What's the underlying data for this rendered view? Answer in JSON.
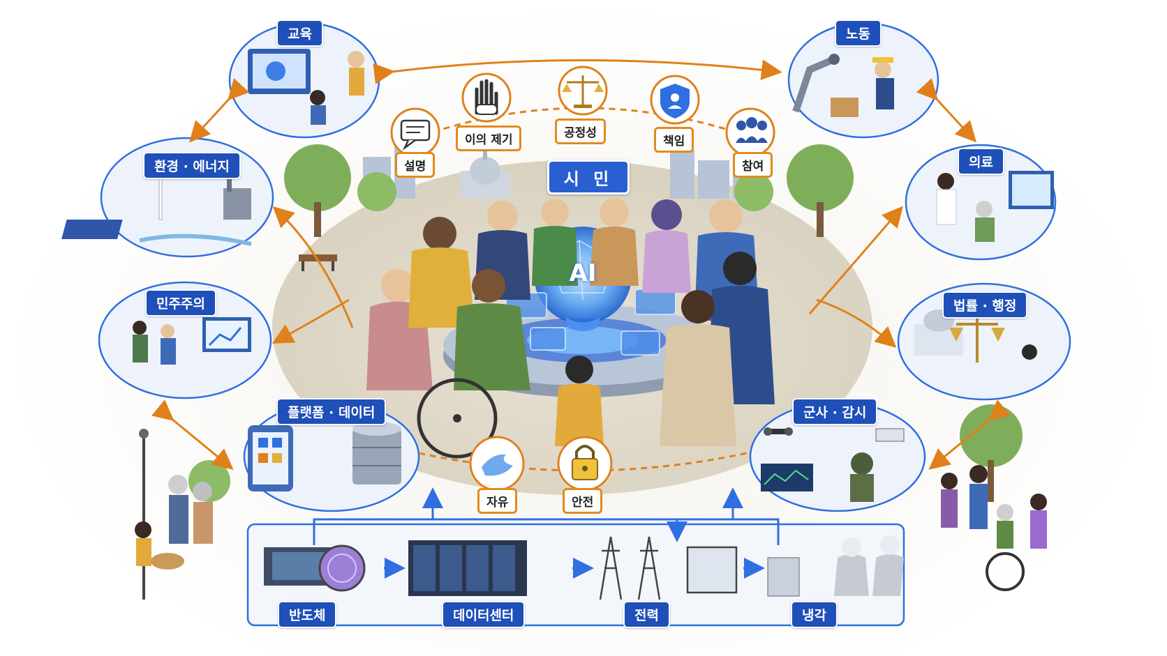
{
  "center": {
    "title": "시 민",
    "ai_label": "AI"
  },
  "domains": {
    "education": "교육",
    "labor": "노동",
    "environment": "환경 · 에너지",
    "medical": "의료",
    "democracy": "민주주의",
    "law": "법률 · 행정",
    "platform": "플랫폼 · 데이터",
    "military": "군사 · 감시"
  },
  "values": {
    "explain": "설명",
    "objection": "이의 제기",
    "fairness": "공정성",
    "responsibility": "책임",
    "participation": "참여",
    "freedom": "자유",
    "safety": "안전"
  },
  "infrastructure": [
    "반도체",
    "데이터센터",
    "전력",
    "냉각"
  ],
  "colors": {
    "label_blue": "#1f4fb8",
    "value_orange": "#e28a1e",
    "flow_blue": "#2f6fe0",
    "arrow_orange": "#e0801b"
  }
}
